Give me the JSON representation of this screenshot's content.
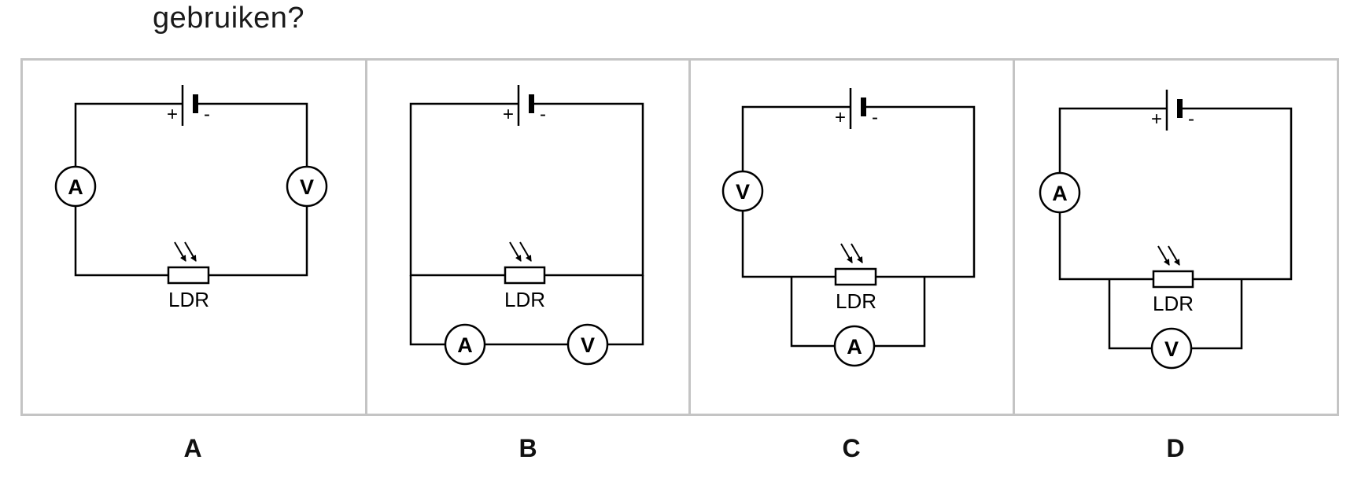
{
  "question_fragment": "gebruiken?",
  "options": [
    {
      "letter": "A",
      "ammeter": "A",
      "voltmeter": "V",
      "ldr_label": "LDR"
    },
    {
      "letter": "B",
      "ammeter": "A",
      "voltmeter": "V",
      "ldr_label": "LDR"
    },
    {
      "letter": "C",
      "ammeter": "A",
      "voltmeter": "V",
      "ldr_label": "LDR"
    },
    {
      "letter": "D",
      "ammeter": "A",
      "voltmeter": "V",
      "ldr_label": "LDR"
    }
  ],
  "battery": {
    "plus": "+",
    "minus": "-"
  }
}
